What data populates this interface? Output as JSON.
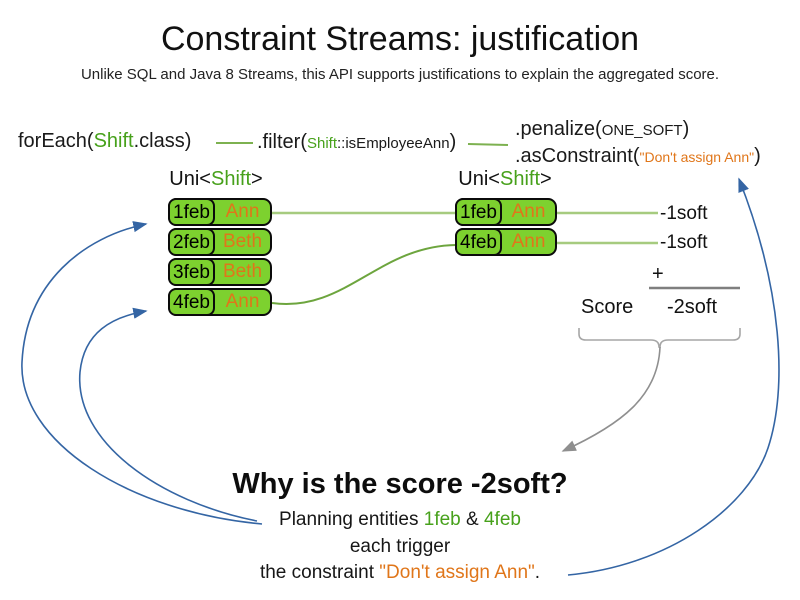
{
  "slide": {
    "title": "Constraint Streams: justification",
    "subtitle": "Unlike SQL and Java 8 Streams, this API supports justifications to explain the aggregated score."
  },
  "code": {
    "foreach_prefix": "forEach(",
    "foreach_class": "Shift",
    "foreach_suffix": ".class)",
    "filter_prefix": ".filter(",
    "filter_arg_class": "Shift",
    "filter_arg_method": "::isEmployeeAnn",
    "filter_suffix": ")",
    "penalize_prefix": ".penalize(",
    "penalize_arg": "ONE_SOFT",
    "penalize_suffix": ")",
    "asconstraint_prefix": ".asConstraint(",
    "asconstraint_arg": "\"Don't assign Ann\"",
    "asconstraint_suffix": ")"
  },
  "left_table": {
    "header_prefix": "Uni<",
    "header_type": "Shift",
    "header_suffix": ">",
    "rows": [
      {
        "date": "1feb",
        "name": "Ann"
      },
      {
        "date": "2feb",
        "name": "Beth"
      },
      {
        "date": "3feb",
        "name": "Beth"
      },
      {
        "date": "4feb",
        "name": "Ann"
      }
    ]
  },
  "right_table": {
    "header_prefix": "Uni<",
    "header_type": "Shift",
    "header_suffix": ">",
    "rows": [
      {
        "date": "1feb",
        "name": "Ann"
      },
      {
        "date": "4feb",
        "name": "Ann"
      }
    ]
  },
  "score_panel": {
    "penalties": [
      "-1soft",
      "-1soft"
    ],
    "plus_sign": "+",
    "score_label": "Score",
    "score_value": "-2soft"
  },
  "explanation": {
    "heading": "Why is the score -2soft?",
    "line1_prefix": "Planning entities ",
    "line1_entity1": "1feb",
    "line1_amp": " & ",
    "line1_entity2": "4feb",
    "line2": "each trigger",
    "line3_prefix": "the constraint ",
    "line3_constraint": "\"Don't assign Ann\"",
    "line3_suffix": "."
  },
  "colors": {
    "box_green": "#7dd12f",
    "text_green": "#47a11b",
    "orange": "#e0761a",
    "arrow_blue": "#3465a4",
    "line_light_green": "#a6cb7f",
    "line_green": "#6da53e",
    "gray": "#8f8f8f"
  }
}
